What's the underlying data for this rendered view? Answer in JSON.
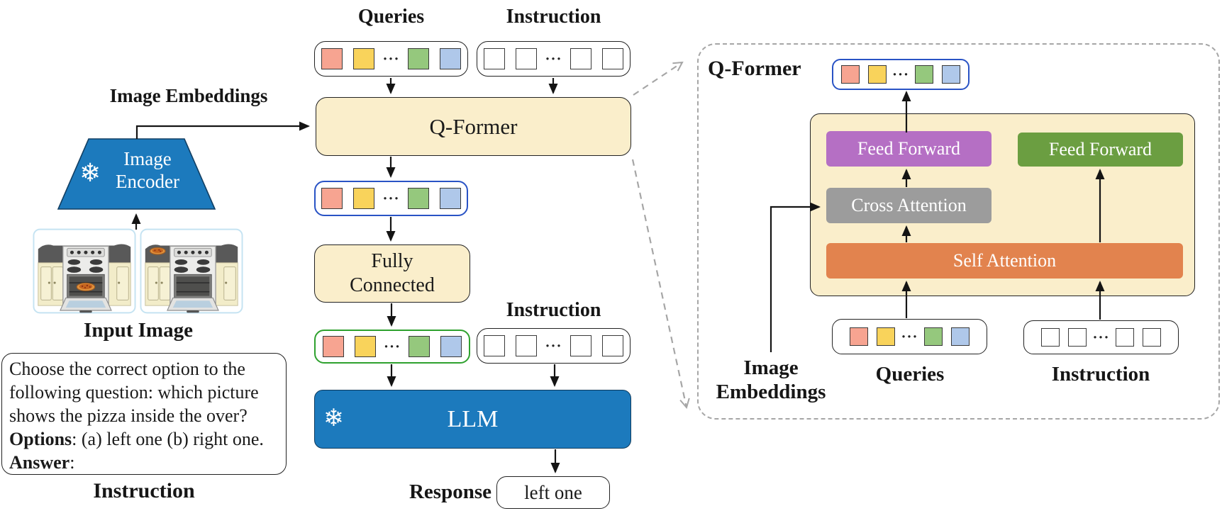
{
  "colors": {
    "cream": "#FAEECB",
    "blue": "#1C7ABD",
    "purple": "#B56FC4",
    "green_ff": "#6B9E41",
    "gray_attn": "#9C9C9C",
    "orange_attn": "#E2834E",
    "blue_outline": "#2953C5",
    "green_outline": "#2EA12E",
    "dash_gray": "#A6A6A6",
    "token_salmon": "#F7A491",
    "token_yellow": "#F9D35B",
    "token_green": "#95C87D",
    "token_blue": "#AFC8EA"
  },
  "tokens": {
    "colored": [
      "#F7A491",
      "#F9D35B",
      "dots",
      "#95C87D",
      "#AFC8EA"
    ],
    "plain": [
      "#FFFFFF",
      "#FFFFFF",
      "dots",
      "#FFFFFF",
      "#FFFFFF"
    ],
    "dots_glyph": "···"
  },
  "icons": {
    "snowflake": "❄"
  },
  "left": {
    "image_embeddings_label": "Image Embeddings",
    "image_encoder": {
      "line1": "Image",
      "line2": "Encoder"
    },
    "input_image_label": "Input Image",
    "instruction_text": {
      "line1": "Choose the correct option to the",
      "line2": "following question: which picture",
      "line3": "shows the pizza inside the over?",
      "line4_bold": "Options",
      "line4_rest": ": (a) left one (b) right one.",
      "line5_bold": "Answer",
      "line5_rest": ":"
    },
    "instruction_label": "Instruction"
  },
  "middle": {
    "queries_label": "Queries",
    "instruction_label_top": "Instruction",
    "qformer_label": "Q-Former",
    "fully_connected_line1": "Fully",
    "fully_connected_line2": "Connected",
    "instruction_label_mid": "Instruction",
    "llm_label": "LLM",
    "response_label": "Response",
    "response_value": "left one"
  },
  "panel": {
    "title": "Q-Former",
    "feed_forward_left": "Feed Forward",
    "feed_forward_right": "Feed Forward",
    "cross_attention": "Cross Attention",
    "self_attention": "Self Attention",
    "image_embeddings_line1": "Image",
    "image_embeddings_line2": "Embeddings",
    "queries_label": "Queries",
    "instruction_label": "Instruction"
  }
}
